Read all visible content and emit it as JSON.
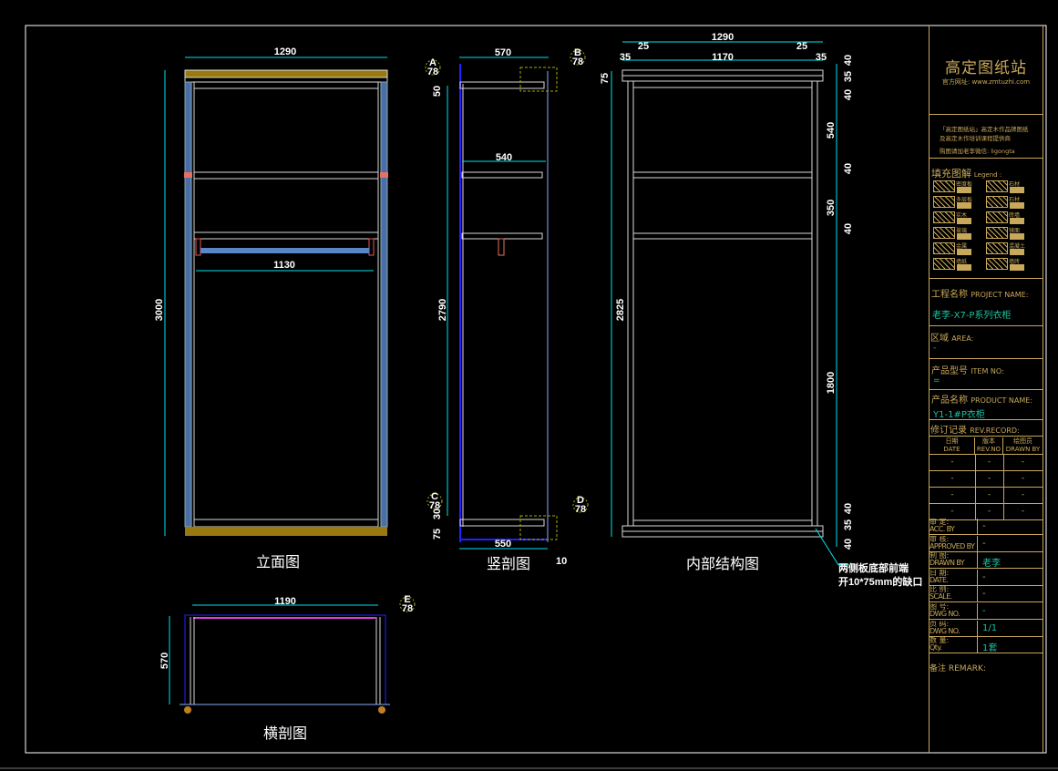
{
  "views": {
    "elevation": {
      "title": "立面图",
      "width": "1290",
      "height": "3000",
      "rod_width": "1130"
    },
    "section": {
      "title": "竖剖图",
      "top_width": "570",
      "shelf_width": "540",
      "bottom_width": "550",
      "height": "2790",
      "top_offset": "50",
      "bottom_a": "30",
      "bottom_b": "75",
      "gap": "10",
      "callouts": [
        {
          "letter": "A",
          "sheet": "78"
        },
        {
          "letter": "B",
          "sheet": "78"
        },
        {
          "letter": "C",
          "sheet": "78"
        },
        {
          "letter": "D",
          "sheet": "78"
        }
      ]
    },
    "interior": {
      "title": "内部结构图",
      "width": "1290",
      "inset_left": "25",
      "inset_right": "25",
      "edge_left": "35",
      "inner": "1170",
      "edge_right": "35",
      "top_h": "75",
      "height": "2825",
      "right_dims": [
        "40",
        "35",
        "40",
        "540",
        "40",
        "350",
        "40",
        "1800",
        "40",
        "35",
        "40"
      ],
      "note_line1": "两侧板底部前端",
      "note_line2": "开10*75mm的缺口"
    },
    "plan": {
      "title": "横剖图",
      "width": "1190",
      "depth": "570",
      "callout": {
        "letter": "E",
        "sheet": "78"
      }
    }
  },
  "title_block": {
    "brand": "高定图纸站",
    "website": "官方网址: www.zmtuzhi.com",
    "desc_line1": "「高定图纸站」高定木作品牌图纸",
    "desc_line2": "及高定木作培训课程提供商",
    "contact": "购图请加老李微信: ligongta",
    "legend_title": "填充图解",
    "legend_en": "Legend :",
    "legend_items": [
      "密度板",
      "石材",
      "多层板",
      "石材",
      "实木",
      "砖墙",
      "玻璃",
      "镜面",
      "金属",
      "混凝土",
      "墙纸",
      "墙砖"
    ],
    "project_label": "工程名称",
    "project_label_en": "PROJECT NAME:",
    "project_value": "老李-X7-P系列衣柜",
    "area_label": "区域",
    "area_label_en": "AREA:",
    "area_value": "-",
    "item_label": "产品型号",
    "item_label_en": "ITEM NO:",
    "item_value": "=",
    "product_label": "产品名称",
    "product_label_en": "PRODUCT NAME:",
    "product_value": "Y1-1#P衣柜",
    "rev_label": "修订记录",
    "rev_label_en": "REV.RECORD:",
    "rev_headers": [
      {
        "cn": "日期",
        "en": "DATE"
      },
      {
        "cn": "版本",
        "en": "REV.NO"
      },
      {
        "cn": "绘图员",
        "en": "DRAWN BY"
      }
    ],
    "rev_rows": [
      [
        "-",
        "-",
        "-"
      ],
      [
        "-",
        "-",
        "-"
      ],
      [
        "-",
        "-",
        "-"
      ],
      [
        "-",
        "-",
        "-"
      ]
    ],
    "fields": [
      {
        "cn": "审    定:",
        "en": "ACC. BY",
        "value": "-"
      },
      {
        "cn": "审    核:",
        "en": "APPROVED BY",
        "value": "-"
      },
      {
        "cn": "制    图:",
        "en": "DRAWN BY",
        "value": "老李"
      },
      {
        "cn": "日    期:",
        "en": "DATE.",
        "value": "-"
      },
      {
        "cn": "比    例:",
        "en": "SCALE.",
        "value": "-"
      },
      {
        "cn": "图    号:",
        "en": "DWG  NO.",
        "value": "-"
      },
      {
        "cn": "页    码:",
        "en": "DWG  NO.",
        "value": "1/1"
      },
      {
        "cn": "数    量:",
        "en": "Qty.",
        "value": "1套"
      }
    ],
    "remark_label": "备注 REMARK:"
  },
  "colors": {
    "frame": "#ffffff",
    "title_block": "#c8a85a",
    "value": "#19c2a0",
    "dimension": "#00e5ee",
    "panel": "#5a86c8"
  }
}
